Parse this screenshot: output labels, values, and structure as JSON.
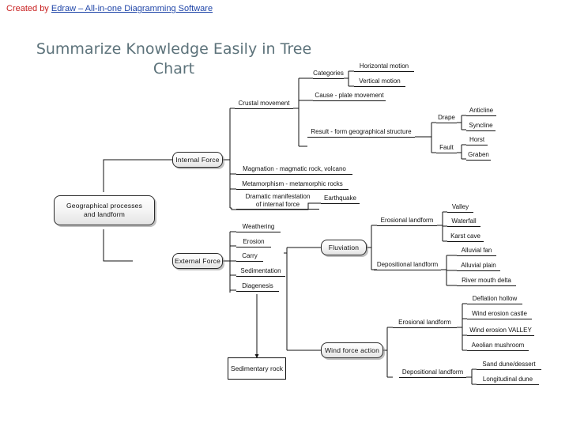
{
  "header": {
    "credit_prefix": "Created by ",
    "credit_link": "Edraw – All-in-one Diagramming Software"
  },
  "title": "Summarize Knowledge Easily\nin Tree Chart",
  "colors": {
    "credit_red": "#c81e1e",
    "link_blue": "#1f45a8",
    "title_slate": "#5c727a",
    "line_black": "#111111"
  },
  "nodes": {
    "root": "Geographical processes\nand landform",
    "internal_force": "Internal Force",
    "external_force": "External Force",
    "fluviation": "Fluviation",
    "wind_force_action": "Wind force action",
    "sedimentary_rock": "Sedimentary rock"
  },
  "crustal": {
    "label": "Crustal movement",
    "categories_label": "Categories",
    "categories_children": [
      "Horizontal motion",
      "Vertical motion"
    ],
    "cause": "Cause - plate movement",
    "result": "Result - form geographical structure",
    "drape_label": "Drape",
    "drape_children": [
      "Anticline",
      "Syncline"
    ],
    "fault_label": "Fault",
    "fault_children": [
      "Horst",
      "Graben"
    ]
  },
  "internal": {
    "items": [
      "Magmation - magmatic rock, volcano",
      "Metamorphism - metamorphic rocks",
      "Dramatic manifestation\nof internal force"
    ],
    "earthquake": "Earthquake"
  },
  "external": {
    "items": [
      "Weathering",
      "Erosion",
      "Carry",
      "Sedimentation",
      "Diagenesis"
    ]
  },
  "fluviation": {
    "erosional_label": "Erosional landform",
    "erosional_children": [
      "Valley",
      "Waterfall",
      "Karst cave"
    ],
    "depositional_label": "Depositional  landform",
    "depositional_children": [
      "Alluvial fan",
      "Alluvial plain",
      "River mouth delta"
    ]
  },
  "wind": {
    "erosional_label": "Erosional landform",
    "erosional_children": [
      "Deflation hollow",
      "Wind erosion castle",
      "Wind erosion VALLEY",
      "Aeolian mushroom"
    ],
    "depositional_label": "Depositional  landform",
    "depositional_children": [
      "Sand dune/dessert",
      "Longitudinal dune"
    ]
  },
  "chart_data": {
    "type": "tree",
    "title": "Summarize Knowledge Easily in Tree Chart",
    "root": "Geographical processes and landform",
    "tree": [
      {
        "name": "Internal Force",
        "children": [
          {
            "name": "Crustal movement",
            "children": [
              {
                "name": "Categories",
                "children": [
                  "Horizontal motion",
                  "Vertical motion"
                ]
              },
              {
                "name": "Cause - plate movement",
                "children": []
              },
              {
                "name": "Result - form geographical structure",
                "children": [
                  {
                    "name": "Drape",
                    "children": [
                      "Anticline",
                      "Syncline"
                    ]
                  },
                  {
                    "name": "Fault",
                    "children": [
                      "Horst",
                      "Graben"
                    ]
                  }
                ]
              }
            ]
          },
          {
            "name": "Magmation - magmatic rock, volcano",
            "children": []
          },
          {
            "name": "Metamorphism - metamorphic rocks",
            "children": []
          },
          {
            "name": "Dramatic manifestation of internal force",
            "children": [
              "Earthquake"
            ]
          }
        ]
      },
      {
        "name": "External Force",
        "children": [
          {
            "name": "Weathering",
            "children": []
          },
          {
            "name": "Erosion",
            "children": []
          },
          {
            "name": "Carry",
            "children": []
          },
          {
            "name": "Sedimentation",
            "children": []
          },
          {
            "name": "Diagenesis",
            "children": [
              "Sedimentary rock"
            ]
          },
          {
            "name": "Fluviation",
            "children": [
              {
                "name": "Erosional landform",
                "children": [
                  "Valley",
                  "Waterfall",
                  "Karst cave"
                ]
              },
              {
                "name": "Depositional landform",
                "children": [
                  "Alluvial fan",
                  "Alluvial plain",
                  "River mouth delta"
                ]
              }
            ]
          },
          {
            "name": "Wind force action",
            "children": [
              {
                "name": "Erosional landform",
                "children": [
                  "Deflation hollow",
                  "Wind erosion castle",
                  "Wind erosion VALLEY",
                  "Aeolian mushroom"
                ]
              },
              {
                "name": "Depositional landform",
                "children": [
                  "Sand dune/dessert",
                  "Longitudinal dune"
                ]
              }
            ]
          }
        ]
      }
    ]
  }
}
